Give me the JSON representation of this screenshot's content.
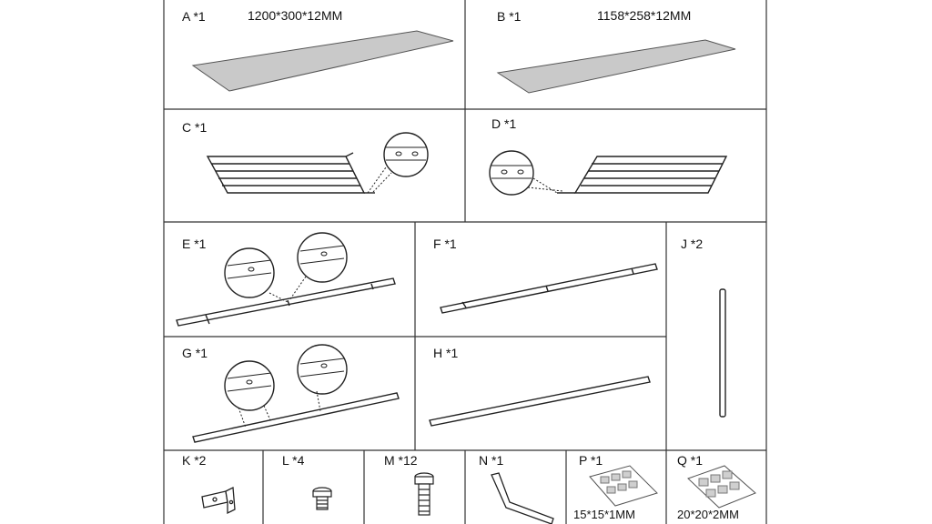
{
  "parts": {
    "A": {
      "label": "A *1",
      "size": "1200*300*12MM"
    },
    "B": {
      "label": "B *1",
      "size": "1158*258*12MM"
    },
    "C": {
      "label": "C *1"
    },
    "D": {
      "label": "D *1"
    },
    "E": {
      "label": "E *1"
    },
    "F": {
      "label": "F *1"
    },
    "G": {
      "label": "G *1"
    },
    "H": {
      "label": "H *1"
    },
    "J": {
      "label": "J *2"
    },
    "K": {
      "label": "K *2"
    },
    "L": {
      "label": "L *4"
    },
    "M": {
      "label": "M *12"
    },
    "N": {
      "label": "N *1"
    },
    "P": {
      "label": "P *1",
      "size": "15*15*1MM"
    },
    "Q": {
      "label": "Q *1",
      "size": "20*20*2MM"
    }
  },
  "colors": {
    "panel": "#c9c9c9",
    "line": "#222222",
    "pad": "#dcdcdc"
  }
}
